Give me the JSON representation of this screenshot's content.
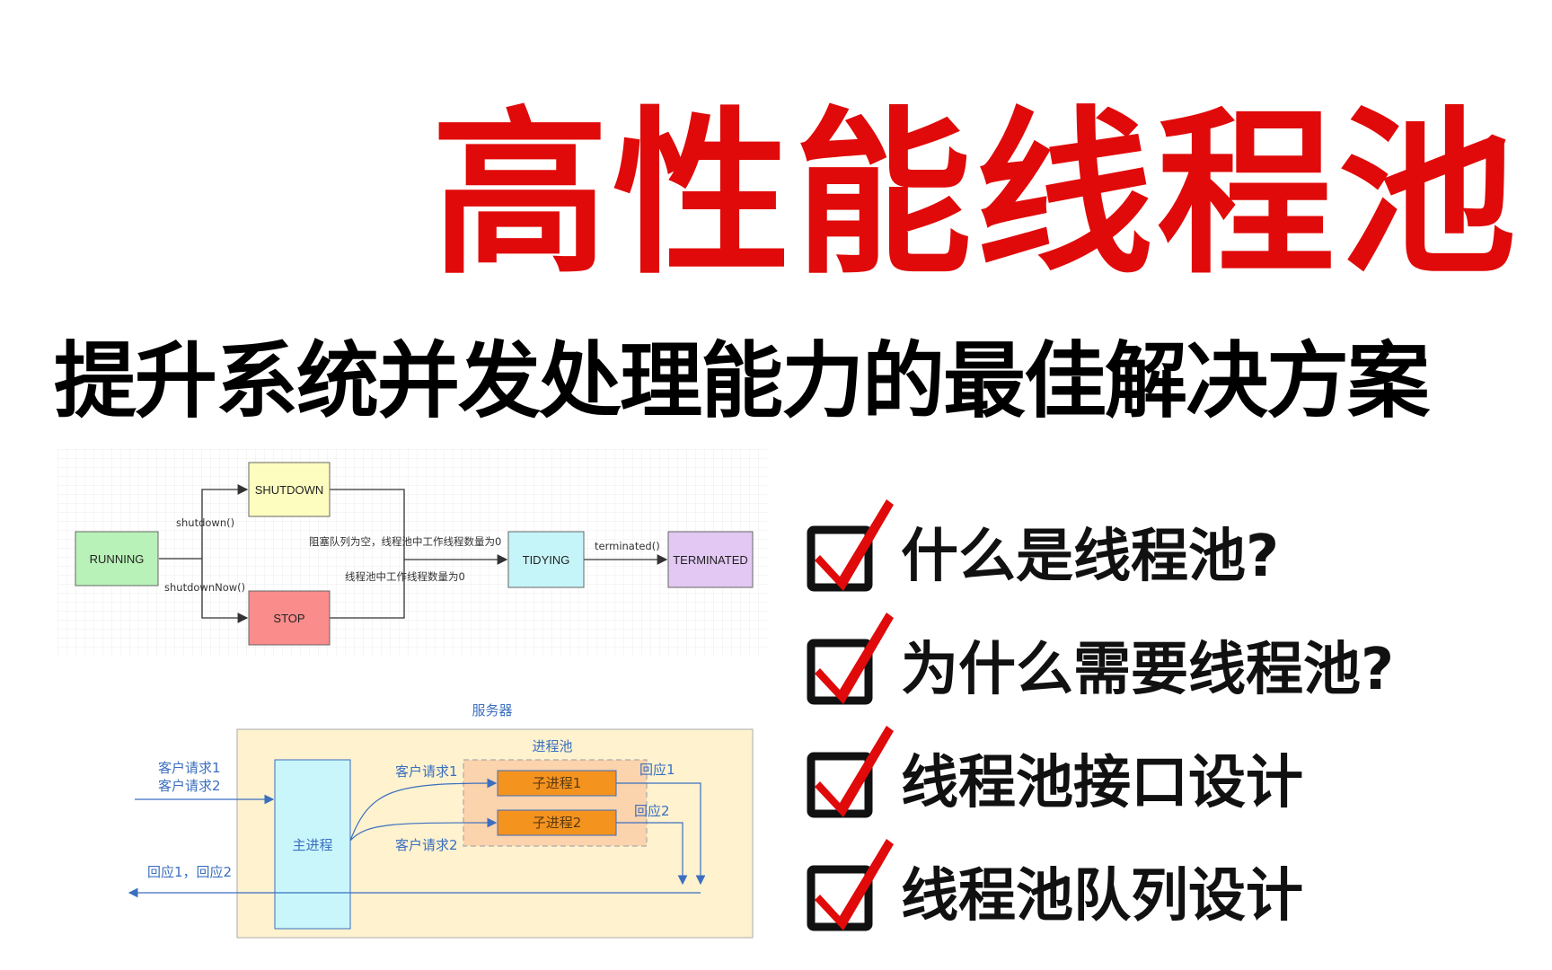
{
  "title": "高性能线程池",
  "subtitle": "提升系统并发处理能力的最佳解决方案",
  "colors": {
    "title": "#e00a0a",
    "check": "#e00a0a",
    "running": "#b8f2b8",
    "shutdown": "#fdfdbf",
    "stop": "#fb8c8c",
    "tidying": "#c6f5f9",
    "terminated": "#e2c8f3",
    "server_bg": "#fef2cf",
    "main_process": "#c9f6fa",
    "pool_bg": "#fbd3ad",
    "child_process": "#f5931f"
  },
  "state_diagram": {
    "states": {
      "running": "RUNNING",
      "shutdown": "SHUTDOWN",
      "stop": "STOP",
      "tidying": "TIDYING",
      "terminated": "TERMINATED"
    },
    "edges": {
      "shutdown": "shutdown()",
      "shutdown_now": "shutdownNow()",
      "queue_empty": "阻塞队列为空，线程池中工作线程数量为0",
      "workers_zero": "线程池中工作线程数量为0",
      "terminated": "terminated()"
    }
  },
  "architecture": {
    "server": "服务器",
    "pool": "进程池",
    "main_process": "主进程",
    "child1": "子进程1",
    "child2": "子进程2",
    "client_requests": [
      "客户请求1",
      "客户请求2"
    ],
    "request1": "客户请求1",
    "request2": "客户请求2",
    "response1": "回应1",
    "response2": "回应2",
    "responses": "回应1，回应2"
  },
  "checklist": [
    {
      "icon": "checkmark-icon",
      "text": "什么是线程池?"
    },
    {
      "icon": "checkmark-icon",
      "text": "为什么需要线程池?"
    },
    {
      "icon": "checkmark-icon",
      "text": "线程池接口设计"
    },
    {
      "icon": "checkmark-icon",
      "text": "线程池队列设计"
    }
  ]
}
